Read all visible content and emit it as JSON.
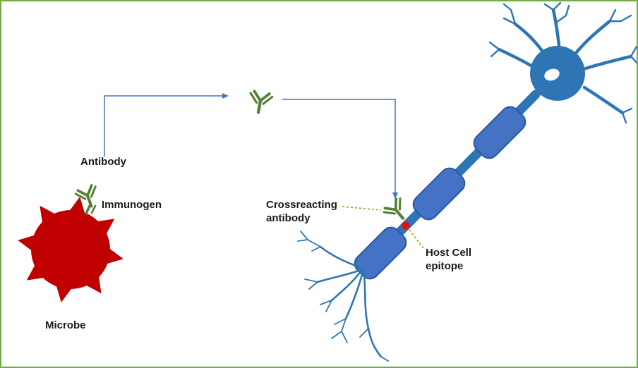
{
  "diagram": {
    "labels": {
      "antibody": "Antibody",
      "immunogen": "Immunogen",
      "microbe": "Microbe",
      "crossreacting_antibody": "Crossreacting\nantibody",
      "host_cell_epitope": "Host Cell\nepitope"
    },
    "colors": {
      "border_green": "#6FAC46",
      "microbe_red": "#C00000",
      "antibody_green": "#548235",
      "arrow_blue": "#4472C4",
      "neuron_blue": "#2E75B6",
      "myelin_fill": "#4472C4",
      "myelin_outline": "#2B579A",
      "epitope_red": "#E01010",
      "leader_gold": "#BF8F00"
    }
  }
}
